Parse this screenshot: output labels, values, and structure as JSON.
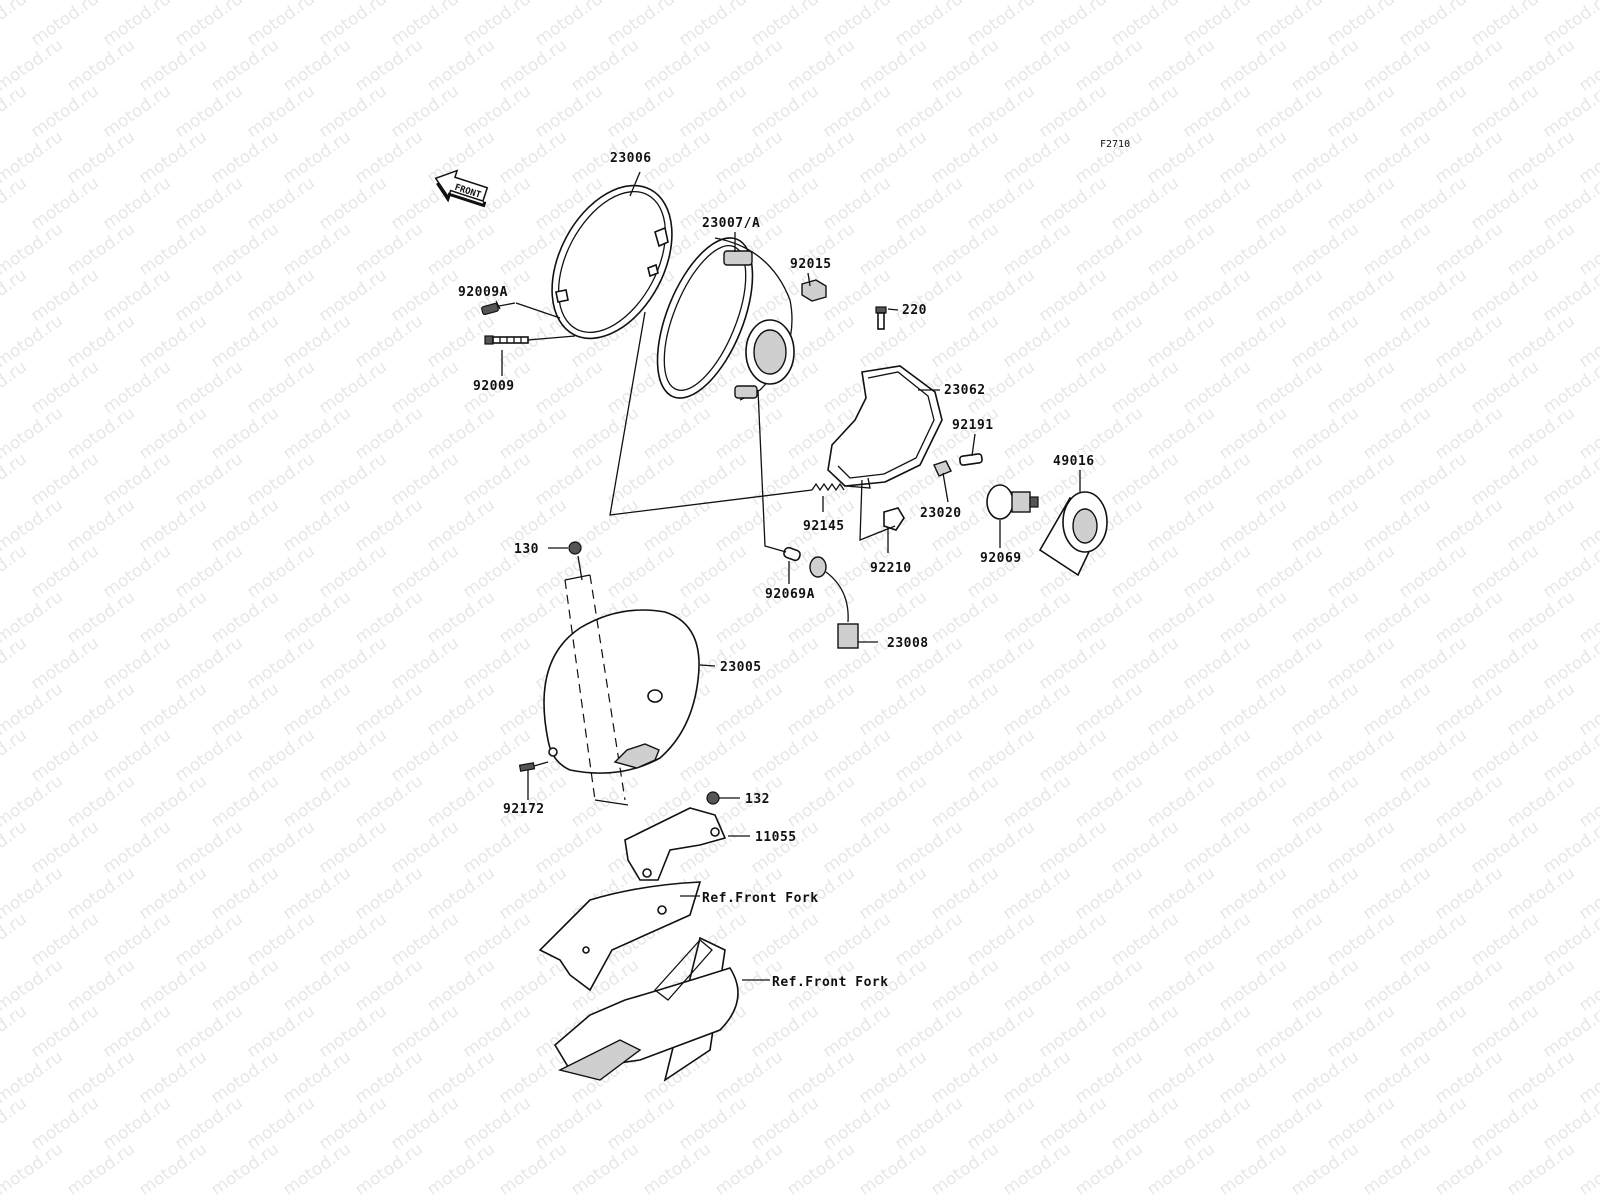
{
  "diagram": {
    "figure_code": "F2710",
    "front_arrow_text": "FRONT",
    "watermark_text": "motod.ru",
    "labels": {
      "p23006": "23006",
      "p23007A": "23007/A",
      "p92015": "92015",
      "p92009A": "92009A",
      "p220": "220",
      "p92009": "92009",
      "p23062": "23062",
      "p92191": "92191",
      "p49016": "49016",
      "p23020": "23020",
      "p92145": "92145",
      "p92210": "92210",
      "p92069": "92069",
      "p130": "130",
      "p92069A": "92069A",
      "p23008": "23008",
      "p23005": "23005",
      "p92172": "92172",
      "p132": "132",
      "p11055": "11055",
      "ref_front_fork_1": "Ref.Front Fork",
      "ref_front_fork_2": "Ref.Front Fork"
    }
  }
}
